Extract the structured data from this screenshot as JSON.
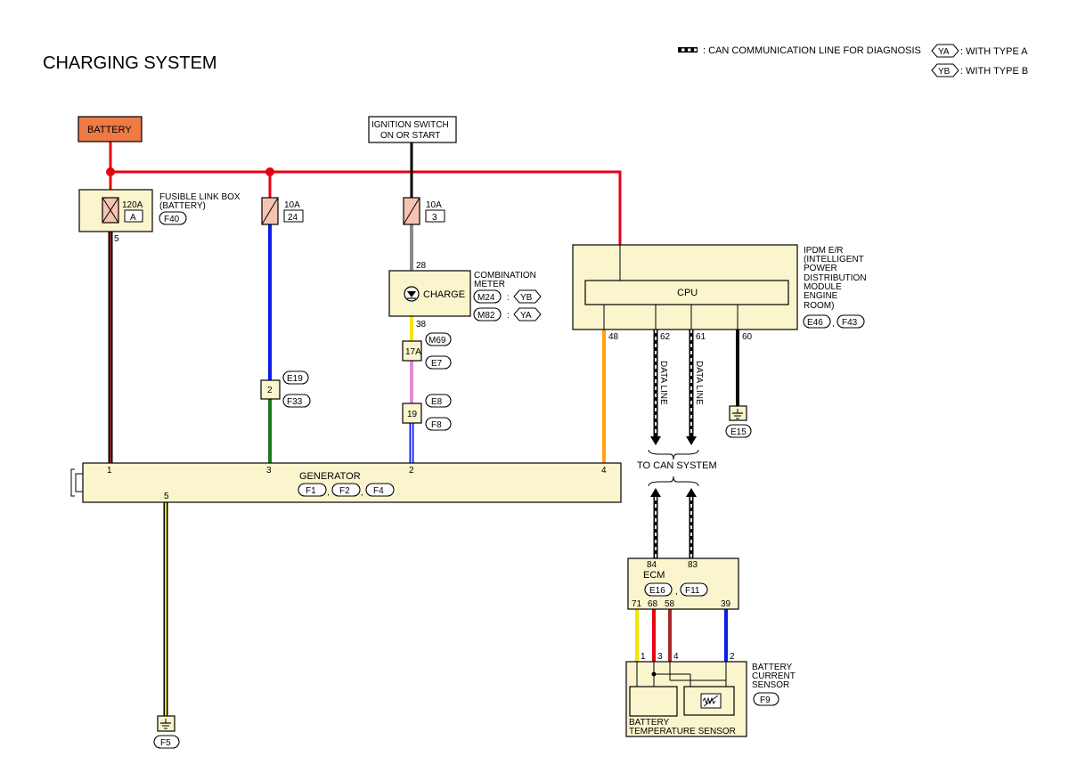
{
  "title": "CHARGING SYSTEM",
  "legend": {
    "can_line": ": CAN COMMUNICATION LINE FOR DIAGNOSIS",
    "ya_tag": "YA",
    "ya_text": ": WITH TYPE A",
    "yb_tag": "YB",
    "yb_text": ": WITH TYPE B"
  },
  "battery": {
    "label": "BATTERY"
  },
  "ignition": {
    "line1": "IGNITION SWITCH",
    "line2": "ON OR START"
  },
  "fusible_link": {
    "name1": "FUSIBLE LINK BOX",
    "name2": "(BATTERY)",
    "connector": "F40",
    "amp": "120A",
    "id": "A",
    "pin": "5"
  },
  "fuse_10a_24": {
    "amp": "10A",
    "num": "24"
  },
  "fuse_10a_3": {
    "amp": "10A",
    "num": "3"
  },
  "combination_meter": {
    "name1": "COMBINATION",
    "name2": "METER",
    "lamp": "CHARGE",
    "pin_top": "28",
    "pin_bottom": "38",
    "conn1": "M24",
    "conn1_tag": "YB",
    "conn2": "M82",
    "conn2_tag": "YA",
    "sep": ":"
  },
  "joint_17a": {
    "label": "17A",
    "conn1": "M69",
    "conn2": "E7"
  },
  "joint_19": {
    "label": "19",
    "conn1": "E8",
    "conn2": "F8"
  },
  "joint_2": {
    "label": "2",
    "conn1": "E19",
    "conn2": "F33"
  },
  "ipdm": {
    "name": [
      "IPDM E/R",
      "(INTELLIGENT",
      "POWER",
      "DISTRIBUTION",
      "MODULE",
      "ENGINE",
      "ROOM)"
    ],
    "cpu": "CPU",
    "conn1": "E46",
    "conn2": "F43",
    "comma": ",",
    "pin48": "48",
    "pin62": "62",
    "pin61": "61",
    "pin60": "60",
    "data_line": "DATA LINE",
    "ground_conn": "E15"
  },
  "can_system": {
    "label": "TO CAN SYSTEM"
  },
  "generator": {
    "name": "GENERATOR",
    "conn1": "F1",
    "conn2": "F2",
    "conn3": "F4",
    "comma": ",",
    "pin1": "1",
    "pin3": "3",
    "pin2": "2",
    "pin4": "4",
    "pin5": "5",
    "ground_conn": "F5"
  },
  "ecm": {
    "name": "ECM",
    "conn1": "E16",
    "conn2": "F11",
    "comma": ",",
    "pin84": "84",
    "pin83": "83",
    "pin71": "71",
    "pin68": "68",
    "pin58": "58",
    "pin39": "39"
  },
  "battery_current_sensor": {
    "name1": "BATTERY",
    "name2": "CURRENT",
    "name3": "SENSOR",
    "conn": "F9",
    "pin1": "1",
    "pin3": "3",
    "pin4": "4",
    "pin2": "2",
    "temp1": "BATTERY",
    "temp2": "TEMPERATURE SENSOR"
  },
  "colors": {
    "red": "#e60012",
    "blue": "#0a1ee6",
    "green": "#1a7a1a",
    "orange": "#ffa214",
    "yellow": "#f5e600",
    "pink": "#e88ad6",
    "gray": "#8a8a8a",
    "darkred": "#a52a2a",
    "black": "#000000",
    "battery_fill": "#ee7a45",
    "fuse_fill": "#f5c4b0",
    "component_fill": "#fbf5cd"
  }
}
